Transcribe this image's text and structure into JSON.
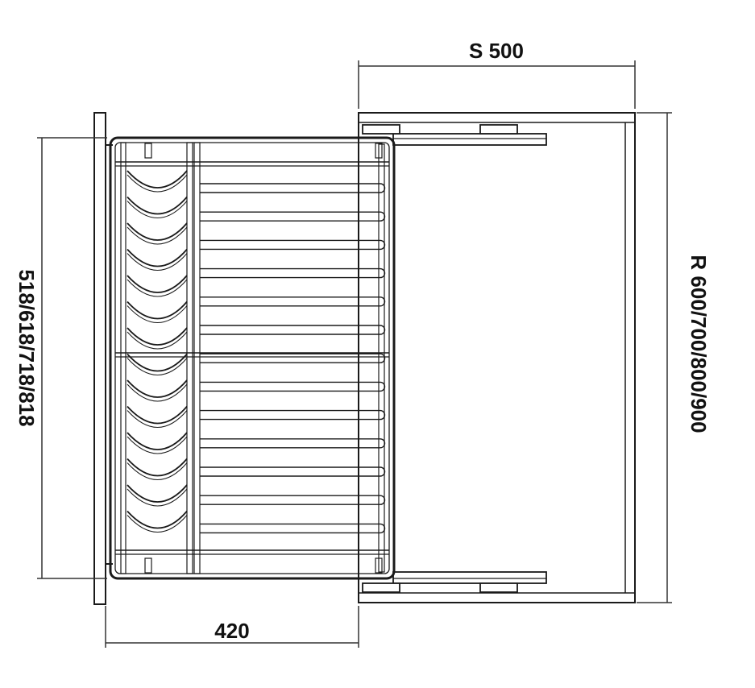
{
  "dimensions": {
    "top": "S 500",
    "bottom": "420",
    "left": "518/618/718/818",
    "right": "R 600/700/800/900"
  },
  "colors": {
    "line": "#1a1a1a",
    "fill": "#ffffff",
    "dimension": "#333333"
  }
}
